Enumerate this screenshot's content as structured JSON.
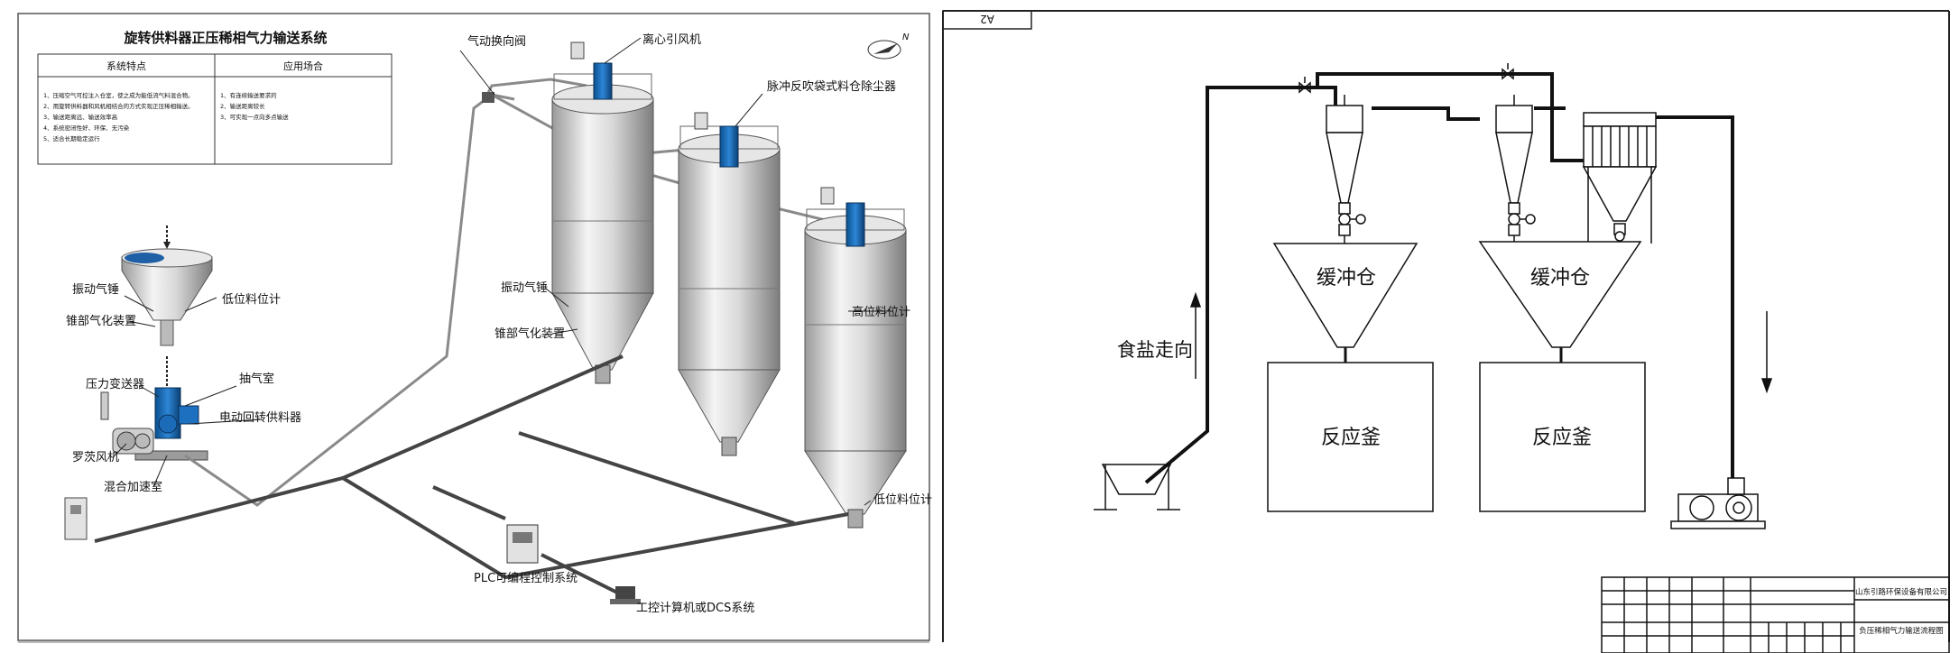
{
  "left": {
    "title": "旋转供料器正压稀相气力输送系统",
    "table": {
      "col1_header": "系统特点",
      "col2_header": "应用场合",
      "features": [
        "1、压缩空气可控注入仓室，使之成为能低流气料混合物。",
        "2、用旋转供料器和风机相结合的方式实现正压稀相输送。",
        "3、输送距离远、输送效率高",
        "4、系统密闭性好、环保、无污染",
        "5、适合长期稳定运行"
      ],
      "applications": [
        "1、有连续输送要求的",
        "2、输送距离较长",
        "3、可实现一点向多点输送"
      ]
    },
    "compass_n": "N",
    "labels": {
      "pneumatic_valve": "气动换向阀",
      "centrifugal_fan": "离心引风机",
      "pulse_dust_collector": "脉冲反吹袋式料仓除尘器",
      "vibrator_left": "振动气锤",
      "cone_aeration_left": "锥部气化装置",
      "low_level_left": "低位料位计",
      "pressure_transmitter": "压力变送器",
      "exhaust_chamber": "抽气室",
      "rotary_feeder": "电动回转供料器",
      "roots_blower": "罗茨风机",
      "mixing_chamber": "混合加速室",
      "vibrator_right": "振动气锤",
      "cone_aeration_right": "锥部气化装置",
      "high_level": "高位料位计",
      "low_level_right": "低位料位计",
      "plc": "PLC可编程控制系统",
      "dcs": "工控计算机或DCS系统"
    }
  },
  "right": {
    "corner_tag": "A2",
    "buffer_bin_1": "缓冲仓",
    "buffer_bin_2": "缓冲仓",
    "reactor_1": "反应釜",
    "reactor_2": "反应釜",
    "salt_direction": "食盐走向",
    "title_block": {
      "company": "山东引路环保设备有限公司",
      "drawing_name": "负压稀相气力输送流程图"
    }
  }
}
